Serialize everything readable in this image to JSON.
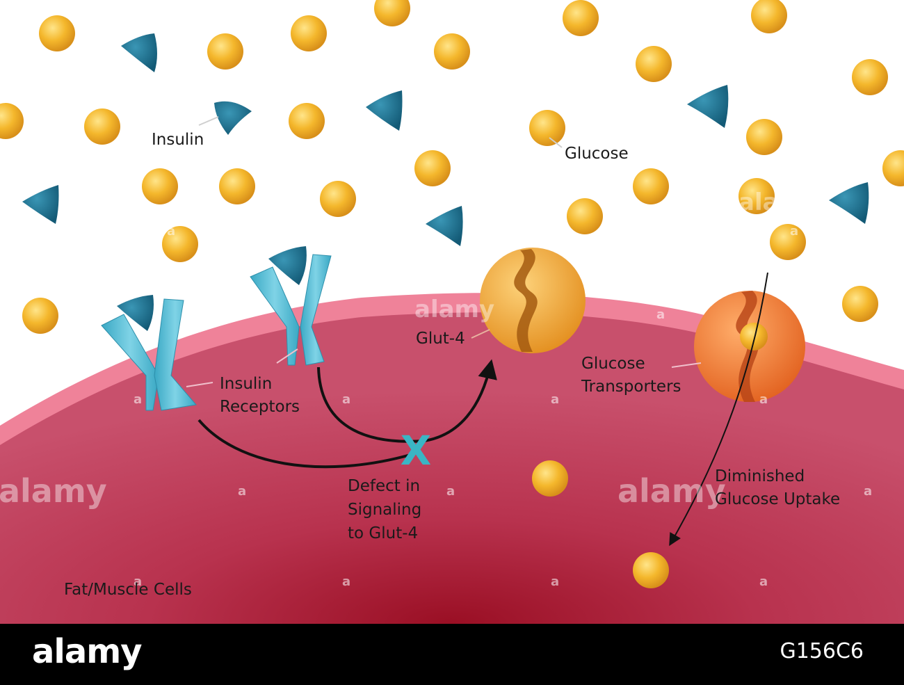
{
  "labels": {
    "insulin": "Insulin",
    "glucose": "Glucose",
    "glut4": "Glut-4",
    "insulin_receptors_1": "Insulin",
    "insulin_receptors_2": "Receptors",
    "glucose_transporters_1": "Glucose",
    "glucose_transporters_2": "Transporters",
    "defect_1": "Defect in",
    "defect_2": "Signaling",
    "defect_3": "to Glut-4",
    "diminished_1": "Diminished",
    "diminished_2": "Glucose Uptake",
    "cells": "Fat/Muscle Cells",
    "blocked_mark": "X"
  },
  "watermark": {
    "brand": "alamy",
    "small": "a",
    "image_id": "G156C6"
  },
  "colors": {
    "glucose": "#f2b42a",
    "insulin": "#1d6f8e",
    "receptor": "#5ec3d9",
    "membrane": "#ee7d96",
    "cell_interior": "#c03f5c",
    "glut4_open": "#f4a83a",
    "transporter": "#f2803a",
    "defect_mark": "#3ab5c4"
  }
}
